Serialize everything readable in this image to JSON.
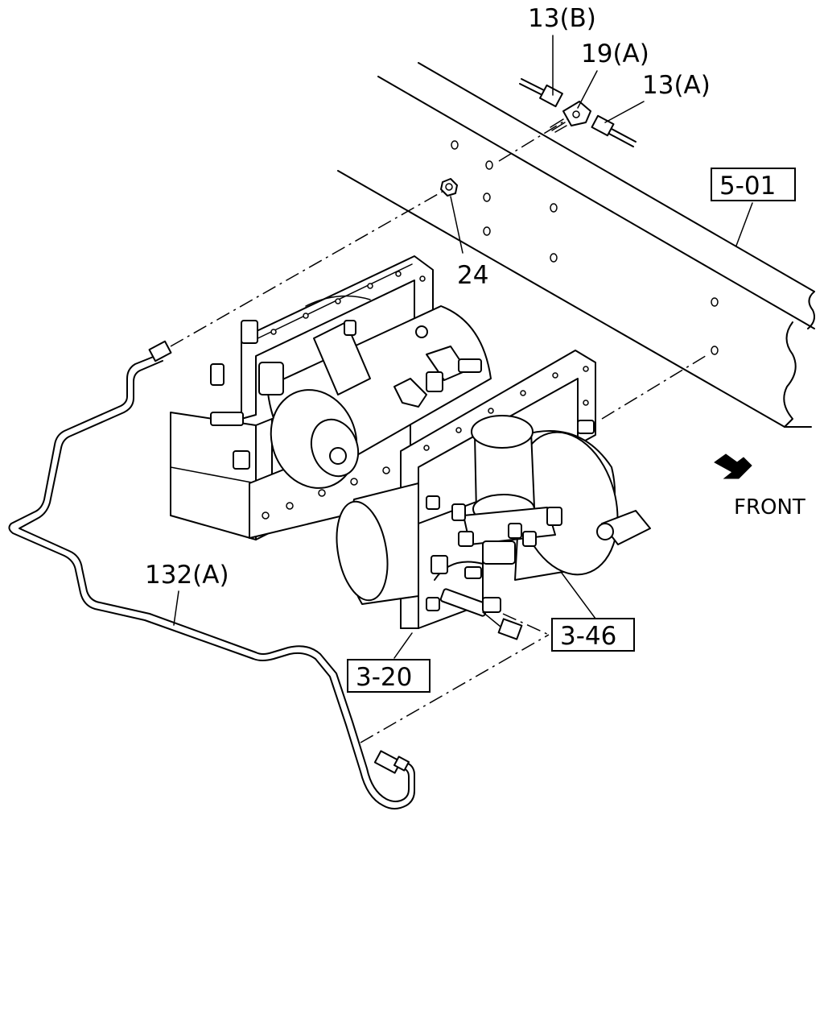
{
  "callouts": {
    "part_13b": "13(B)",
    "part_19a": "19(A)",
    "part_13a": "13(A)",
    "part_24": "24",
    "part_132a": "132(A)",
    "ref_501": "5-01",
    "ref_346": "3-46",
    "ref_320": "3-20"
  },
  "direction": {
    "front_label": "FRONT"
  },
  "colors": {
    "ink": "#000000",
    "paper": "#ffffff"
  }
}
